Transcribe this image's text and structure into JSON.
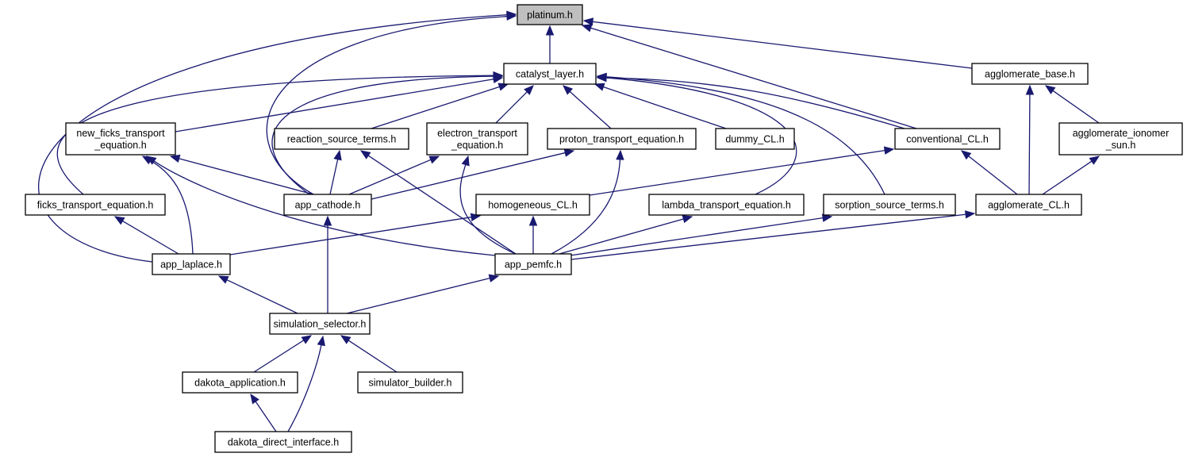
{
  "diagram": {
    "type": "include-dependency-graph",
    "edge_color": "#191970",
    "root_fill": "#bfbfbf",
    "node_fill": "#ffffff",
    "nodes": [
      {
        "id": "platinum",
        "lines": [
          "platinum.h"
        ],
        "root": true
      },
      {
        "id": "catalyst_layer",
        "lines": [
          "catalyst_layer.h"
        ]
      },
      {
        "id": "agglomerate_base",
        "lines": [
          "agglomerate_base.h"
        ]
      },
      {
        "id": "new_ficks",
        "lines": [
          "new_ficks_transport",
          "_equation.h"
        ]
      },
      {
        "id": "reaction_source",
        "lines": [
          "reaction_source_terms.h"
        ]
      },
      {
        "id": "electron_transport",
        "lines": [
          "electron_transport",
          "_equation.h"
        ]
      },
      {
        "id": "proton_transport",
        "lines": [
          "proton_transport_equation.h"
        ]
      },
      {
        "id": "dummy_cl",
        "lines": [
          "dummy_CL.h"
        ]
      },
      {
        "id": "conventional_cl",
        "lines": [
          "conventional_CL.h"
        ]
      },
      {
        "id": "agglomerate_ionomer",
        "lines": [
          "agglomerate_ionomer",
          "_sun.h"
        ]
      },
      {
        "id": "ficks_transport",
        "lines": [
          "ficks_transport_equation.h"
        ]
      },
      {
        "id": "app_cathode",
        "lines": [
          "app_cathode.h"
        ]
      },
      {
        "id": "homogeneous_cl",
        "lines": [
          "homogeneous_CL.h"
        ]
      },
      {
        "id": "lambda_transport",
        "lines": [
          "lambda_transport_equation.h"
        ]
      },
      {
        "id": "sorption_source",
        "lines": [
          "sorption_source_terms.h"
        ]
      },
      {
        "id": "agglomerate_cl",
        "lines": [
          "agglomerate_CL.h"
        ]
      },
      {
        "id": "app_laplace",
        "lines": [
          "app_laplace.h"
        ]
      },
      {
        "id": "app_pemfc",
        "lines": [
          "app_pemfc.h"
        ]
      },
      {
        "id": "simulation_selector",
        "lines": [
          "simulation_selector.h"
        ]
      },
      {
        "id": "dakota_application",
        "lines": [
          "dakota_application.h"
        ]
      },
      {
        "id": "simulator_builder",
        "lines": [
          "simulator_builder.h"
        ]
      },
      {
        "id": "dakota_direct",
        "lines": [
          "dakota_direct_interface.h"
        ]
      }
    ],
    "edges": [
      {
        "from": "catalyst_layer",
        "to": "platinum"
      },
      {
        "from": "agglomerate_base",
        "to": "platinum"
      },
      {
        "from": "conventional_cl",
        "to": "platinum"
      },
      {
        "from": "app_cathode",
        "to": "platinum"
      },
      {
        "from": "app_laplace",
        "to": "platinum"
      },
      {
        "from": "new_ficks",
        "to": "catalyst_layer"
      },
      {
        "from": "reaction_source",
        "to": "catalyst_layer"
      },
      {
        "from": "electron_transport",
        "to": "catalyst_layer"
      },
      {
        "from": "proton_transport",
        "to": "catalyst_layer"
      },
      {
        "from": "dummy_cl",
        "to": "catalyst_layer"
      },
      {
        "from": "conventional_cl",
        "to": "catalyst_layer"
      },
      {
        "from": "ficks_transport",
        "to": "catalyst_layer"
      },
      {
        "from": "app_cathode",
        "to": "catalyst_layer"
      },
      {
        "from": "lambda_transport",
        "to": "catalyst_layer"
      },
      {
        "from": "sorption_source",
        "to": "catalyst_layer"
      },
      {
        "from": "agglomerate_cl",
        "to": "agglomerate_base"
      },
      {
        "from": "agglomerate_ionomer",
        "to": "agglomerate_base"
      },
      {
        "from": "agglomerate_cl",
        "to": "conventional_cl"
      },
      {
        "from": "agglomerate_cl",
        "to": "agglomerate_ionomer"
      },
      {
        "from": "homogeneous_cl",
        "to": "conventional_cl"
      },
      {
        "from": "app_cathode",
        "to": "new_ficks"
      },
      {
        "from": "app_cathode",
        "to": "reaction_source"
      },
      {
        "from": "app_cathode",
        "to": "electron_transport"
      },
      {
        "from": "app_cathode",
        "to": "proton_transport"
      },
      {
        "from": "app_laplace",
        "to": "new_ficks"
      },
      {
        "from": "app_laplace",
        "to": "ficks_transport"
      },
      {
        "from": "app_laplace",
        "to": "homogeneous_cl"
      },
      {
        "from": "app_pemfc",
        "to": "new_ficks"
      },
      {
        "from": "app_pemfc",
        "to": "reaction_source"
      },
      {
        "from": "app_pemfc",
        "to": "electron_transport"
      },
      {
        "from": "app_pemfc",
        "to": "proton_transport"
      },
      {
        "from": "app_pemfc",
        "to": "homogeneous_cl"
      },
      {
        "from": "app_pemfc",
        "to": "lambda_transport"
      },
      {
        "from": "app_pemfc",
        "to": "sorption_source"
      },
      {
        "from": "app_pemfc",
        "to": "agglomerate_cl"
      },
      {
        "from": "simulation_selector",
        "to": "app_laplace"
      },
      {
        "from": "simulation_selector",
        "to": "app_cathode"
      },
      {
        "from": "simulation_selector",
        "to": "app_pemfc"
      },
      {
        "from": "dakota_application",
        "to": "simulation_selector"
      },
      {
        "from": "simulator_builder",
        "to": "simulation_selector"
      },
      {
        "from": "dakota_direct",
        "to": "simulation_selector"
      },
      {
        "from": "dakota_direct",
        "to": "dakota_application"
      }
    ]
  }
}
